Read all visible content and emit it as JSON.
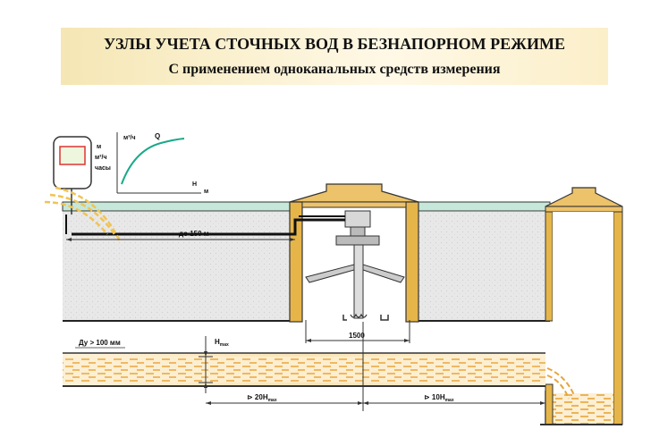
{
  "title": {
    "main": "УЗЛЫ УЧЕТА СТОЧНЫХ ВОД В БЕЗНАПОРНОМ РЕЖИМЕ",
    "subtitle": "С применением одноканальных средств измерения"
  },
  "graph": {
    "y_unit_top": "м³/ч",
    "curve_label": "Q",
    "x_label": "H",
    "x_unit": "м"
  },
  "device_labels": {
    "line1": "м",
    "line2": "м³/ч",
    "line3": "часы"
  },
  "dimensions": {
    "cable_length": "до 150 м",
    "well_width": "1500",
    "pipe_diameter": "Ду > 100 мм",
    "h_max": "H",
    "h_max_sub": "max",
    "upstream": "⊳ 20H",
    "upstream_sub": "max",
    "downstream": "⊳ 10H",
    "downstream_sub": "max"
  },
  "colors": {
    "ground": "#e6e6e6",
    "surface": "#bfe6d6",
    "wall": "#e6b54a",
    "flow": "#f0b443",
    "pipe_bg": "#fbeccb"
  }
}
